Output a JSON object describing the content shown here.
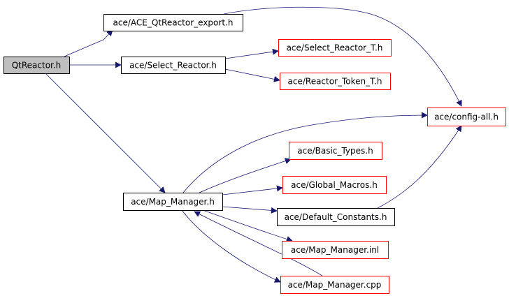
{
  "diagram": {
    "colors": {
      "root_fill": "#bfbfbf",
      "normal_border": "#000000",
      "missing_border": "#ff0000",
      "edge": "#191970",
      "background": "#ffffff"
    },
    "nodes": [
      {
        "id": "qtreactor",
        "label": "QtReactor.h",
        "kind": "root"
      },
      {
        "id": "export",
        "label": "ace/ACE_QtReactor_export.h",
        "kind": "normal"
      },
      {
        "id": "select_reactor",
        "label": "ace/Select_Reactor.h",
        "kind": "normal"
      },
      {
        "id": "select_reactor_t",
        "label": "ace/Select_Reactor_T.h",
        "kind": "missing"
      },
      {
        "id": "reactor_token_t",
        "label": "ace/Reactor_Token_T.h",
        "kind": "missing"
      },
      {
        "id": "config_all",
        "label": "ace/config-all.h",
        "kind": "missing"
      },
      {
        "id": "basic_types",
        "label": "ace/Basic_Types.h",
        "kind": "missing"
      },
      {
        "id": "map_manager",
        "label": "ace/Map_Manager.h",
        "kind": "normal"
      },
      {
        "id": "global_macros",
        "label": "ace/Global_Macros.h",
        "kind": "missing"
      },
      {
        "id": "default_constants",
        "label": "ace/Default_Constants.h",
        "kind": "normal"
      },
      {
        "id": "map_manager_inl",
        "label": "ace/Map_Manager.inl",
        "kind": "missing"
      },
      {
        "id": "map_manager_cpp",
        "label": "ace/Map_Manager.cpp",
        "kind": "missing"
      }
    ],
    "edges": [
      {
        "from": "qtreactor",
        "to": "export"
      },
      {
        "from": "qtreactor",
        "to": "select_reactor"
      },
      {
        "from": "qtreactor",
        "to": "map_manager"
      },
      {
        "from": "export",
        "to": "config_all"
      },
      {
        "from": "select_reactor",
        "to": "select_reactor_t"
      },
      {
        "from": "select_reactor",
        "to": "reactor_token_t"
      },
      {
        "from": "map_manager",
        "to": "config_all"
      },
      {
        "from": "map_manager",
        "to": "basic_types"
      },
      {
        "from": "map_manager",
        "to": "global_macros"
      },
      {
        "from": "map_manager",
        "to": "default_constants"
      },
      {
        "from": "map_manager",
        "to": "map_manager_inl"
      },
      {
        "from": "map_manager",
        "to": "map_manager_cpp"
      },
      {
        "from": "map_manager_cpp",
        "to": "map_manager"
      },
      {
        "from": "default_constants",
        "to": "config_all"
      }
    ]
  }
}
